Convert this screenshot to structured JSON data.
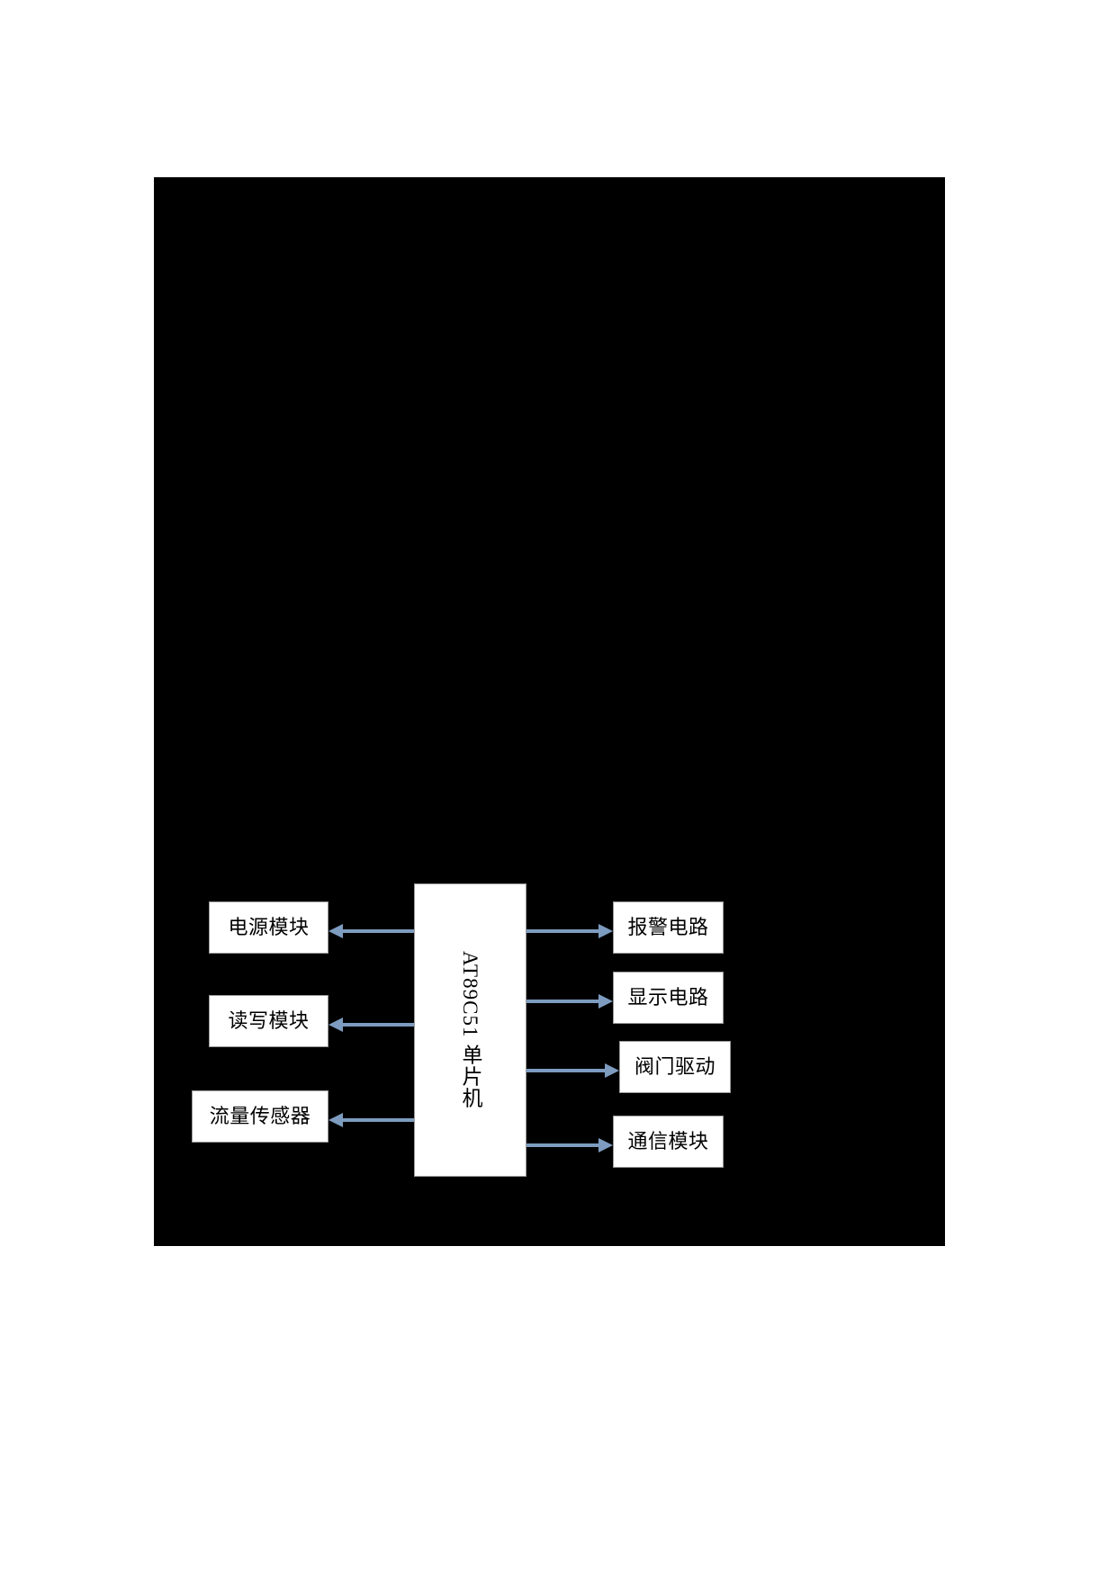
{
  "figure": {
    "background_color": "#000000",
    "page_background": "#ffffff",
    "arrow_color": "#7d9cbf",
    "box_fill": "#ffffff",
    "box_border": "#9a9a9a"
  },
  "controller": {
    "label": "AT89C51 单片机",
    "orientation": "vertical"
  },
  "left_blocks": [
    {
      "name": "power-module",
      "label": "电源模块"
    },
    {
      "name": "read-write-module",
      "label": "读写模块"
    },
    {
      "name": "flow-sensor",
      "label": "流量传感器"
    }
  ],
  "right_blocks": [
    {
      "name": "alarm-circuit",
      "label": "报警电路"
    },
    {
      "name": "display-circuit",
      "label": "显示电路"
    },
    {
      "name": "valve-drive",
      "label": "阀门驱动"
    },
    {
      "name": "communication-module",
      "label": "通信模块"
    }
  ],
  "connections": [
    {
      "from": "AT89C51 单片机",
      "to": "电源模块",
      "direction": "left"
    },
    {
      "from": "AT89C51 单片机",
      "to": "读写模块",
      "direction": "left"
    },
    {
      "from": "AT89C51 单片机",
      "to": "流量传感器",
      "direction": "left"
    },
    {
      "from": "AT89C51 单片机",
      "to": "报警电路",
      "direction": "right"
    },
    {
      "from": "AT89C51 单片机",
      "to": "显示电路",
      "direction": "right"
    },
    {
      "from": "AT89C51 单片机",
      "to": "阀门驱动",
      "direction": "right"
    },
    {
      "from": "AT89C51 单片机",
      "to": "通信模块",
      "direction": "right"
    }
  ]
}
